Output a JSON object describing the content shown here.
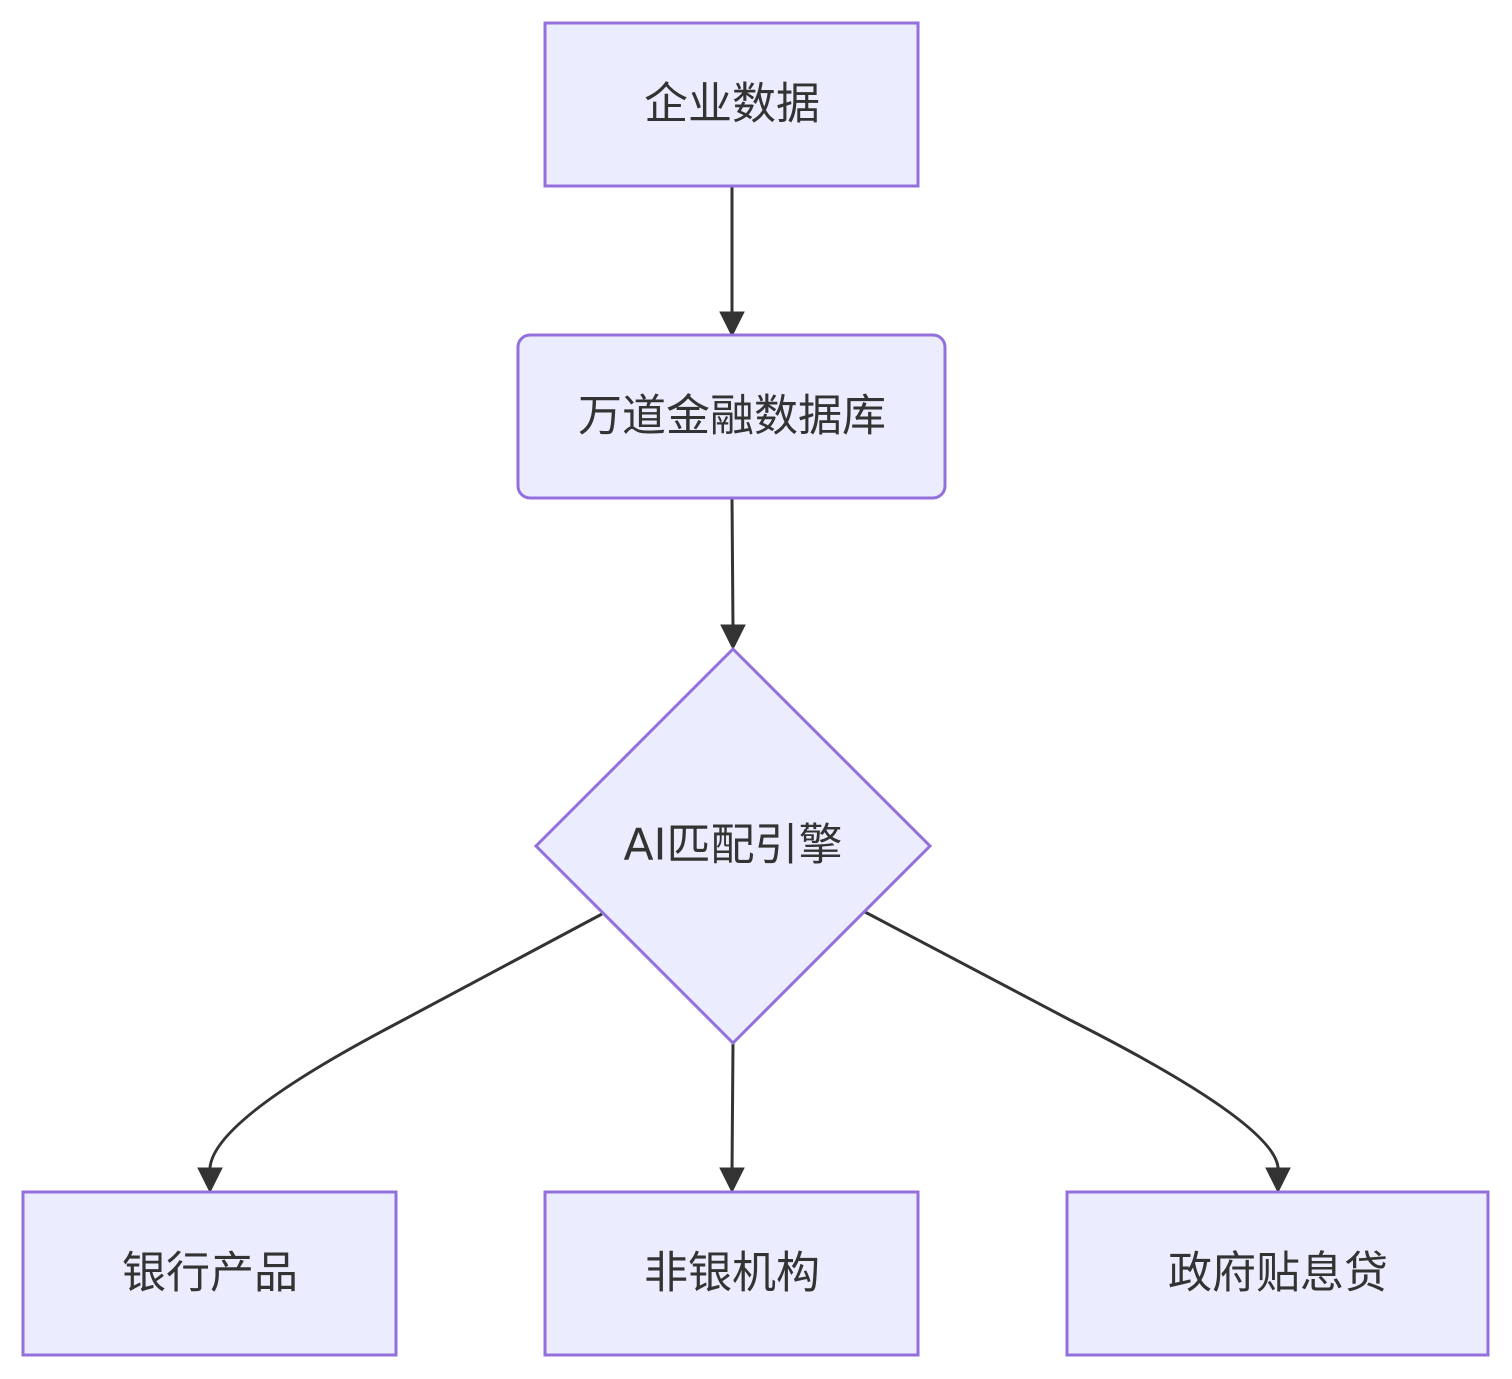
{
  "diagram": {
    "type": "flowchart",
    "colors": {
      "node_fill": "#ECECFF",
      "node_stroke": "#9370DB",
      "edge": "#333333",
      "text": "#333333"
    },
    "nodes": {
      "enterprise_data": {
        "label": "企业数据",
        "shape": "rectangle"
      },
      "database": {
        "label": "万道金融数据库",
        "shape": "rounded-rectangle"
      },
      "ai_engine": {
        "label": "AI匹配引擎",
        "shape": "diamond"
      },
      "bank_products": {
        "label": "银行产品",
        "shape": "rectangle"
      },
      "non_bank": {
        "label": "非银机构",
        "shape": "rectangle"
      },
      "gov_loan": {
        "label": "政府贴息贷",
        "shape": "rectangle"
      }
    },
    "edges": [
      {
        "from": "enterprise_data",
        "to": "database"
      },
      {
        "from": "database",
        "to": "ai_engine"
      },
      {
        "from": "ai_engine",
        "to": "bank_products"
      },
      {
        "from": "ai_engine",
        "to": "non_bank"
      },
      {
        "from": "ai_engine",
        "to": "gov_loan"
      }
    ]
  }
}
